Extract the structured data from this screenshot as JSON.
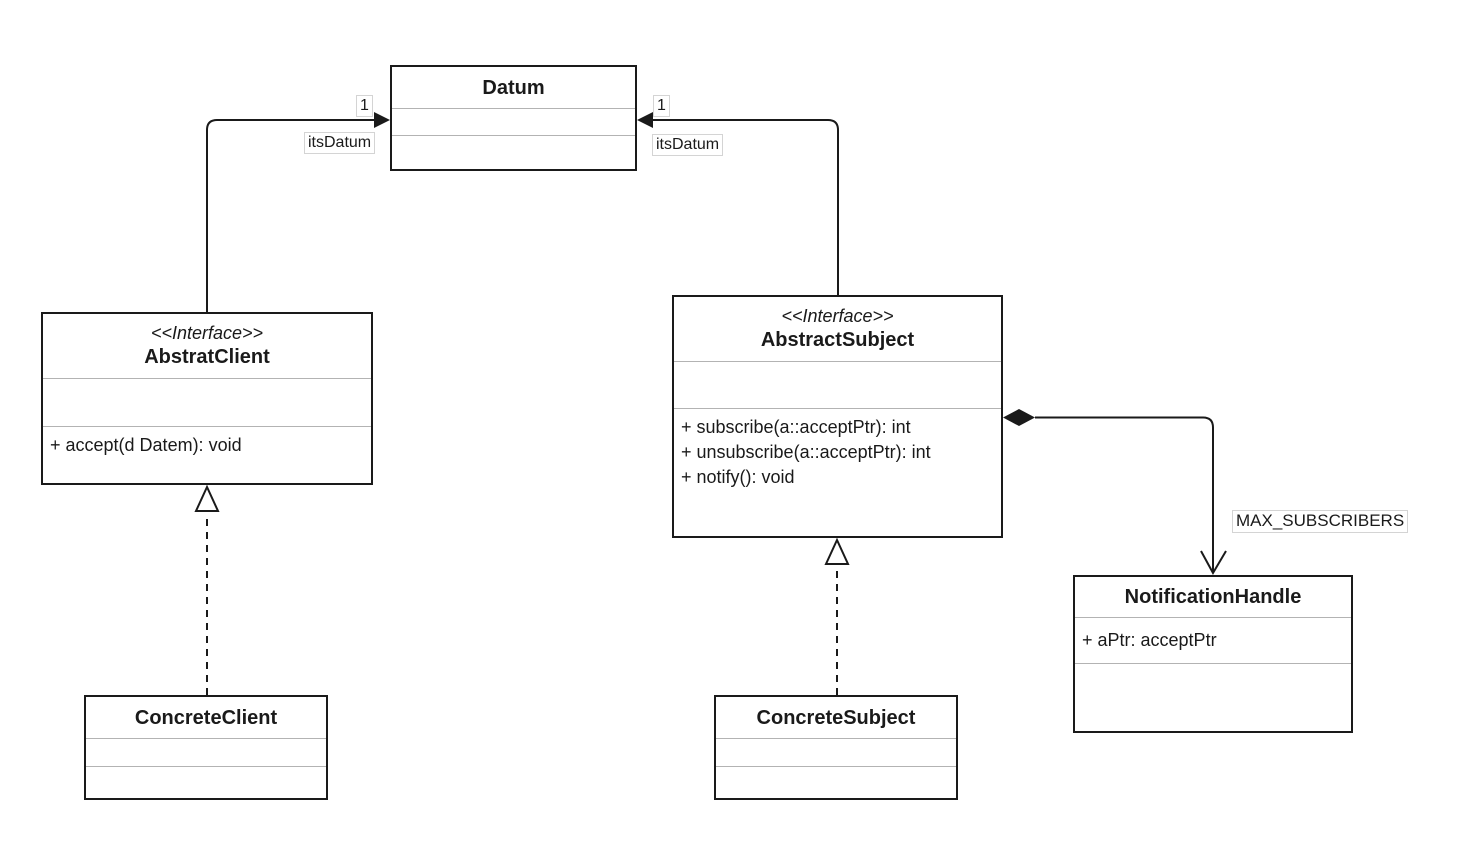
{
  "diagram": {
    "classes": {
      "datum": {
        "name": "Datum"
      },
      "abstract_client": {
        "stereotype": "<<Interface>>",
        "name": "AbstratClient",
        "methods": [
          "+ accept(d Datem): void"
        ]
      },
      "abstract_subject": {
        "stereotype": "<<Interface>>",
        "name": "AbstractSubject",
        "methods": [
          "+ subscribe(a::acceptPtr): int",
          "+ unsubscribe(a::acceptPtr): int",
          "+ notify(): void"
        ]
      },
      "concrete_client": {
        "name": "ConcreteClient"
      },
      "concrete_subject": {
        "name": "ConcreteSubject"
      },
      "notification_handle": {
        "name": "NotificationHandle",
        "attributes": [
          "+ aPtr: acceptPtr"
        ]
      }
    },
    "labels": {
      "client_multiplicity": "1",
      "client_role": "itsDatum",
      "subject_multiplicity": "1",
      "subject_role": "itsDatum",
      "composition_role": "MAX_SUBSCRIBERS"
    },
    "colors": {
      "stroke": "#1a1a1a",
      "divider": "#b3b3b3",
      "background": "#ffffff",
      "label_border": "#d4d4d4"
    }
  }
}
